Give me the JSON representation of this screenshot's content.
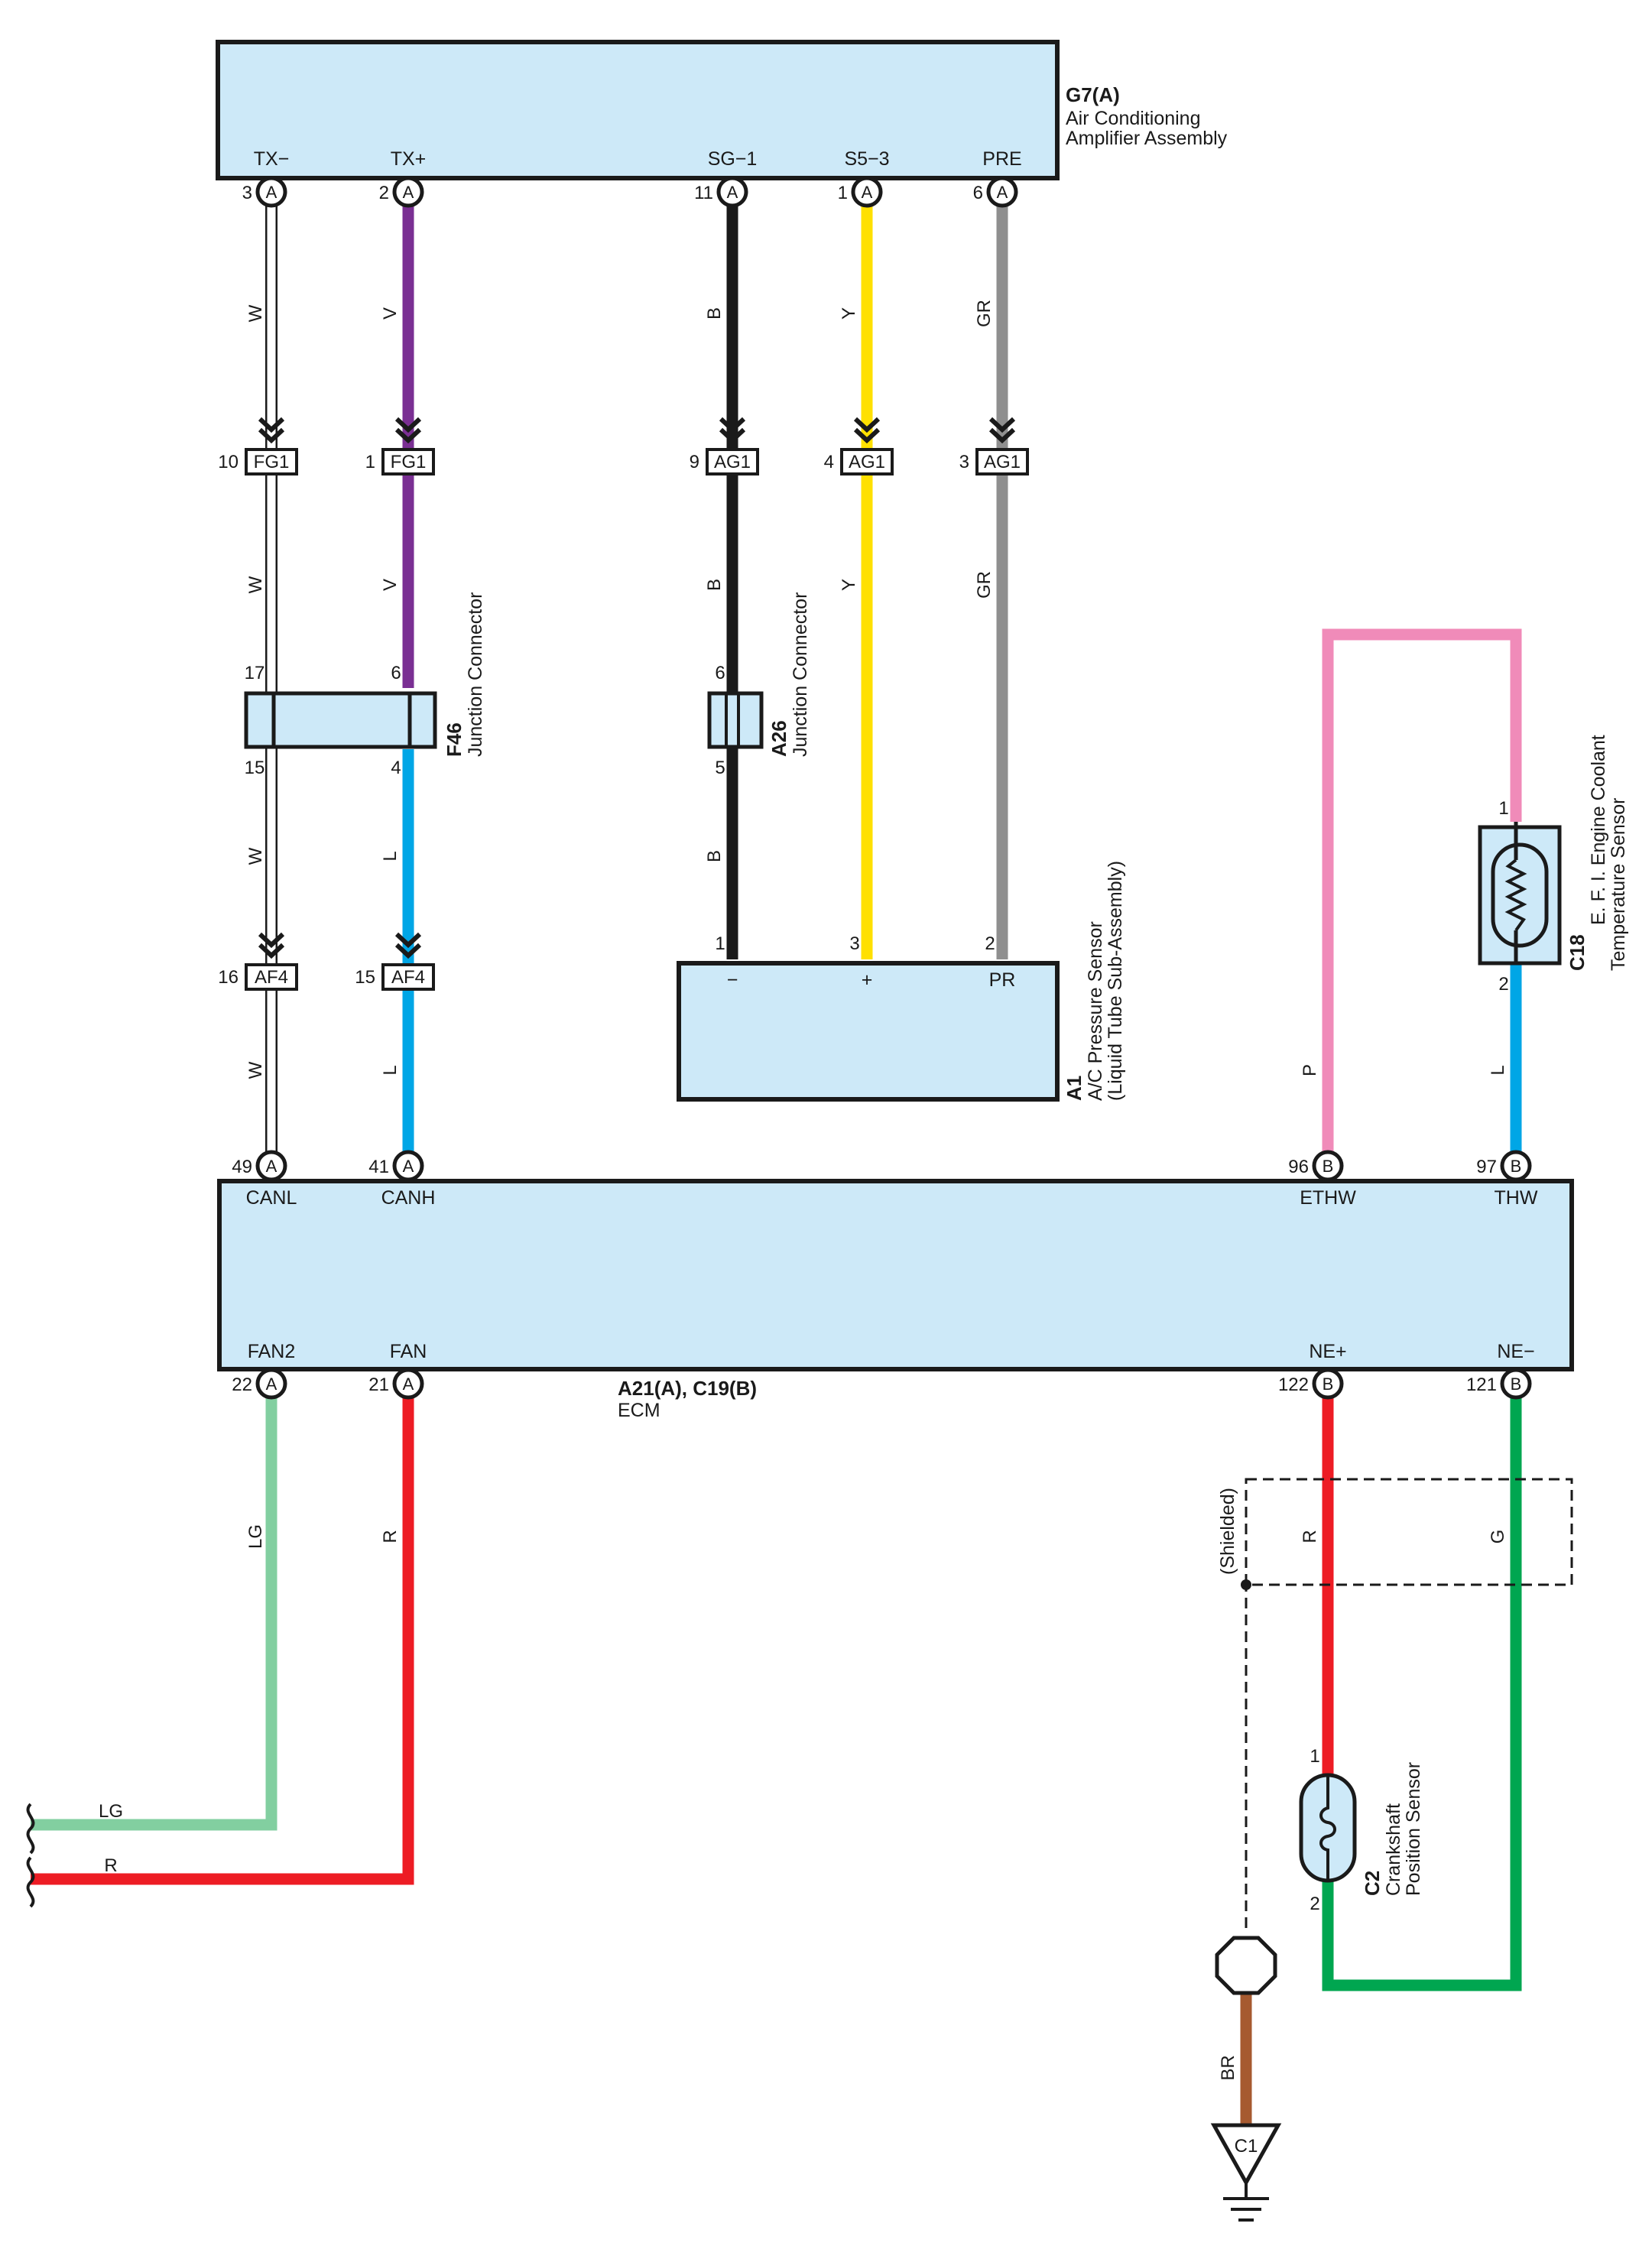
{
  "components": {
    "amplifier": {
      "code": "G7(A)",
      "desc_line1": "Air Conditioning",
      "desc_line2": "Amplifier Assembly"
    },
    "f46": {
      "code": "F46",
      "desc": "Junction Connector"
    },
    "a26": {
      "code": "A26",
      "desc": "Junction Connector"
    },
    "pressure_sensor": {
      "code": "A1",
      "desc_line1": "A/C Pressure Sensor",
      "desc_line2": "(Liquid Tube Sub-Assembly)"
    },
    "coolant_sensor": {
      "code": "C18",
      "desc_line1": "E. F. I. Engine Coolant",
      "desc_line2": "Temperature Sensor"
    },
    "ecm": {
      "code": "A21(A), C19(B)",
      "desc": "ECM"
    },
    "crank_sensor": {
      "code": "C2",
      "desc_line1": "Crankshaft",
      "desc_line2": "Position Sensor"
    },
    "ground": {
      "code": "C1"
    }
  },
  "amplifier_pins": [
    {
      "signal": "TX−",
      "pin": "3",
      "term": "A"
    },
    {
      "signal": "TX+",
      "pin": "2",
      "term": "A"
    },
    {
      "signal": "SG−1",
      "pin": "11",
      "term": "A"
    },
    {
      "signal": "S5−3",
      "pin": "1",
      "term": "A"
    },
    {
      "signal": "PRE",
      "pin": "6",
      "term": "A"
    }
  ],
  "connectors_ag_fg": [
    {
      "pin": "10",
      "name": "FG1"
    },
    {
      "pin": "1",
      "name": "FG1"
    },
    {
      "pin": "9",
      "name": "AG1"
    },
    {
      "pin": "4",
      "name": "AG1"
    },
    {
      "pin": "3",
      "name": "AG1"
    }
  ],
  "connectors_af": [
    {
      "pin": "16",
      "name": "AF4"
    },
    {
      "pin": "15",
      "name": "AF4"
    }
  ],
  "junction_pins": {
    "f46_top_left": "17",
    "f46_top_right": "6",
    "f46_bot_left": "15",
    "f46_bot_right": "4",
    "a26_top": "6",
    "a26_bot": "5"
  },
  "pressure_sensor_pins": [
    {
      "pin": "1",
      "signal": "−"
    },
    {
      "pin": "3",
      "signal": "+"
    },
    {
      "pin": "2",
      "signal": "PR"
    }
  ],
  "coolant_sensor_pins": {
    "top": "1",
    "bottom": "2"
  },
  "crank_sensor_pins": {
    "top": "1",
    "bottom": "2"
  },
  "ecm_top_pins": [
    {
      "signal": "CANL",
      "pin": "49",
      "term": "A"
    },
    {
      "signal": "CANH",
      "pin": "41",
      "term": "A"
    },
    {
      "signal": "ETHW",
      "pin": "96",
      "term": "B"
    },
    {
      "signal": "THW",
      "pin": "97",
      "term": "B"
    }
  ],
  "ecm_bottom_pins": [
    {
      "signal": "FAN2",
      "pin": "22",
      "term": "A"
    },
    {
      "signal": "FAN",
      "pin": "21",
      "term": "A"
    },
    {
      "signal": "NE+",
      "pin": "122",
      "term": "B"
    },
    {
      "signal": "NE−",
      "pin": "121",
      "term": "B"
    }
  ],
  "wire_codes": {
    "w": "W",
    "v": "V",
    "b": "B",
    "y": "Y",
    "gr": "GR",
    "l": "L",
    "p": "P",
    "lg": "LG",
    "r": "R",
    "g": "G",
    "br": "BR"
  },
  "shielded_label": "(Shielded)",
  "colors": {
    "box_fill": "#cde9f8",
    "white_wire": "#ffffff",
    "violet": "#7a2f93",
    "black": "#1a1a1a",
    "yellow": "#ffe000",
    "gray": "#8f8f8f",
    "blue": "#00a6e6",
    "pink": "#f08bb9",
    "light_green": "#82cfa0",
    "red": "#ed1c24",
    "green": "#00a650",
    "brown": "#a65a30"
  }
}
